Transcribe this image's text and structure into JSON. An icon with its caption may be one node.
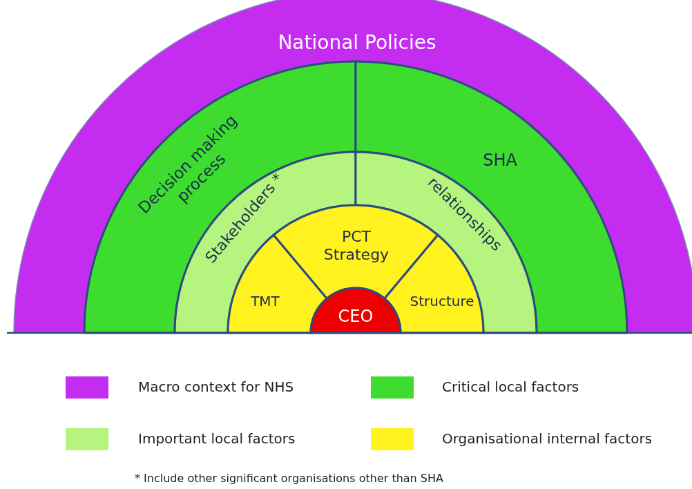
{
  "diagram": {
    "nodes": [
      {
        "text": [
          "National Policies"
        ]
      },
      {
        "text": [
          "Decision making process"
        ]
      },
      {
        "text": [
          "SHA"
        ]
      },
      {
        "text": [
          "Stakeholders *"
        ]
      },
      {
        "text": [
          "relationships"
        ]
      },
      {
        "text": [
          "PCT Strategy"
        ]
      },
      {
        "text": [
          "TMT"
        ]
      },
      {
        "text": [
          "Structure"
        ]
      },
      {
        "text": [
          "CEO"
        ]
      }
    ],
    "edges": [],
    "labels": [
      "* Include other significant organisations other than SHA"
    ],
    "legend": [
      {
        "text": "Macro context for NHS",
        "color": "#c42cf0"
      },
      {
        "text": "Critical local factors",
        "color": "#3ddc2e"
      },
      {
        "text": "Important local factors",
        "color": "#b5f57f"
      },
      {
        "text": "Organisational internal factors",
        "color": "#fff21f"
      }
    ]
  }
}
